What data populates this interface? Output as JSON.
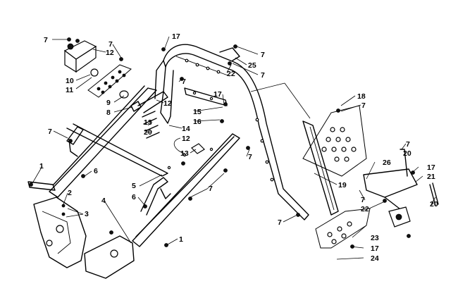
{
  "callouts": [
    {
      "id": "c7-a",
      "label": "7"
    },
    {
      "id": "c12-a",
      "label": "12"
    },
    {
      "id": "c7-b",
      "label": "7"
    },
    {
      "id": "c10",
      "label": "10"
    },
    {
      "id": "c11",
      "label": "11"
    },
    {
      "id": "c9",
      "label": "9"
    },
    {
      "id": "c8",
      "label": "8"
    },
    {
      "id": "c17-a",
      "label": "17"
    },
    {
      "id": "c7-c",
      "label": "7"
    },
    {
      "id": "c25",
      "label": "25"
    },
    {
      "id": "c22-a",
      "label": "22"
    },
    {
      "id": "c7-d",
      "label": "7"
    },
    {
      "id": "c7-e",
      "label": "7"
    },
    {
      "id": "c12-b",
      "label": "12"
    },
    {
      "id": "c17-b",
      "label": "17"
    },
    {
      "id": "c15",
      "label": "15"
    },
    {
      "id": "c16",
      "label": "16"
    },
    {
      "id": "c13-a",
      "label": "13"
    },
    {
      "id": "c20-a",
      "label": "20"
    },
    {
      "id": "c14",
      "label": "14"
    },
    {
      "id": "c12-c",
      "label": "12"
    },
    {
      "id": "c13-b",
      "label": "13"
    },
    {
      "id": "c18",
      "label": "18"
    },
    {
      "id": "c7-f",
      "label": "7"
    },
    {
      "id": "c7-g",
      "label": "7"
    },
    {
      "id": "c1-a",
      "label": "1"
    },
    {
      "id": "c6-a",
      "label": "6"
    },
    {
      "id": "c2",
      "label": "2"
    },
    {
      "id": "c4",
      "label": "4"
    },
    {
      "id": "c3",
      "label": "3"
    },
    {
      "id": "c5",
      "label": "5"
    },
    {
      "id": "c6-b",
      "label": "6"
    },
    {
      "id": "c7-h",
      "label": "7"
    },
    {
      "id": "c7-i",
      "label": "7"
    },
    {
      "id": "c1-b",
      "label": "1"
    },
    {
      "id": "c7-j",
      "label": "7"
    },
    {
      "id": "c20-b",
      "label": "20"
    },
    {
      "id": "c26",
      "label": "26"
    },
    {
      "id": "c17-c",
      "label": "17"
    },
    {
      "id": "c21",
      "label": "21"
    },
    {
      "id": "c19",
      "label": "19"
    },
    {
      "id": "c7-k",
      "label": "7"
    },
    {
      "id": "c22-b",
      "label": "22"
    },
    {
      "id": "c20-c",
      "label": "20"
    },
    {
      "id": "c7-l",
      "label": "7"
    },
    {
      "id": "c23",
      "label": "23"
    },
    {
      "id": "c17-d",
      "label": "17"
    },
    {
      "id": "c24",
      "label": "24"
    }
  ]
}
